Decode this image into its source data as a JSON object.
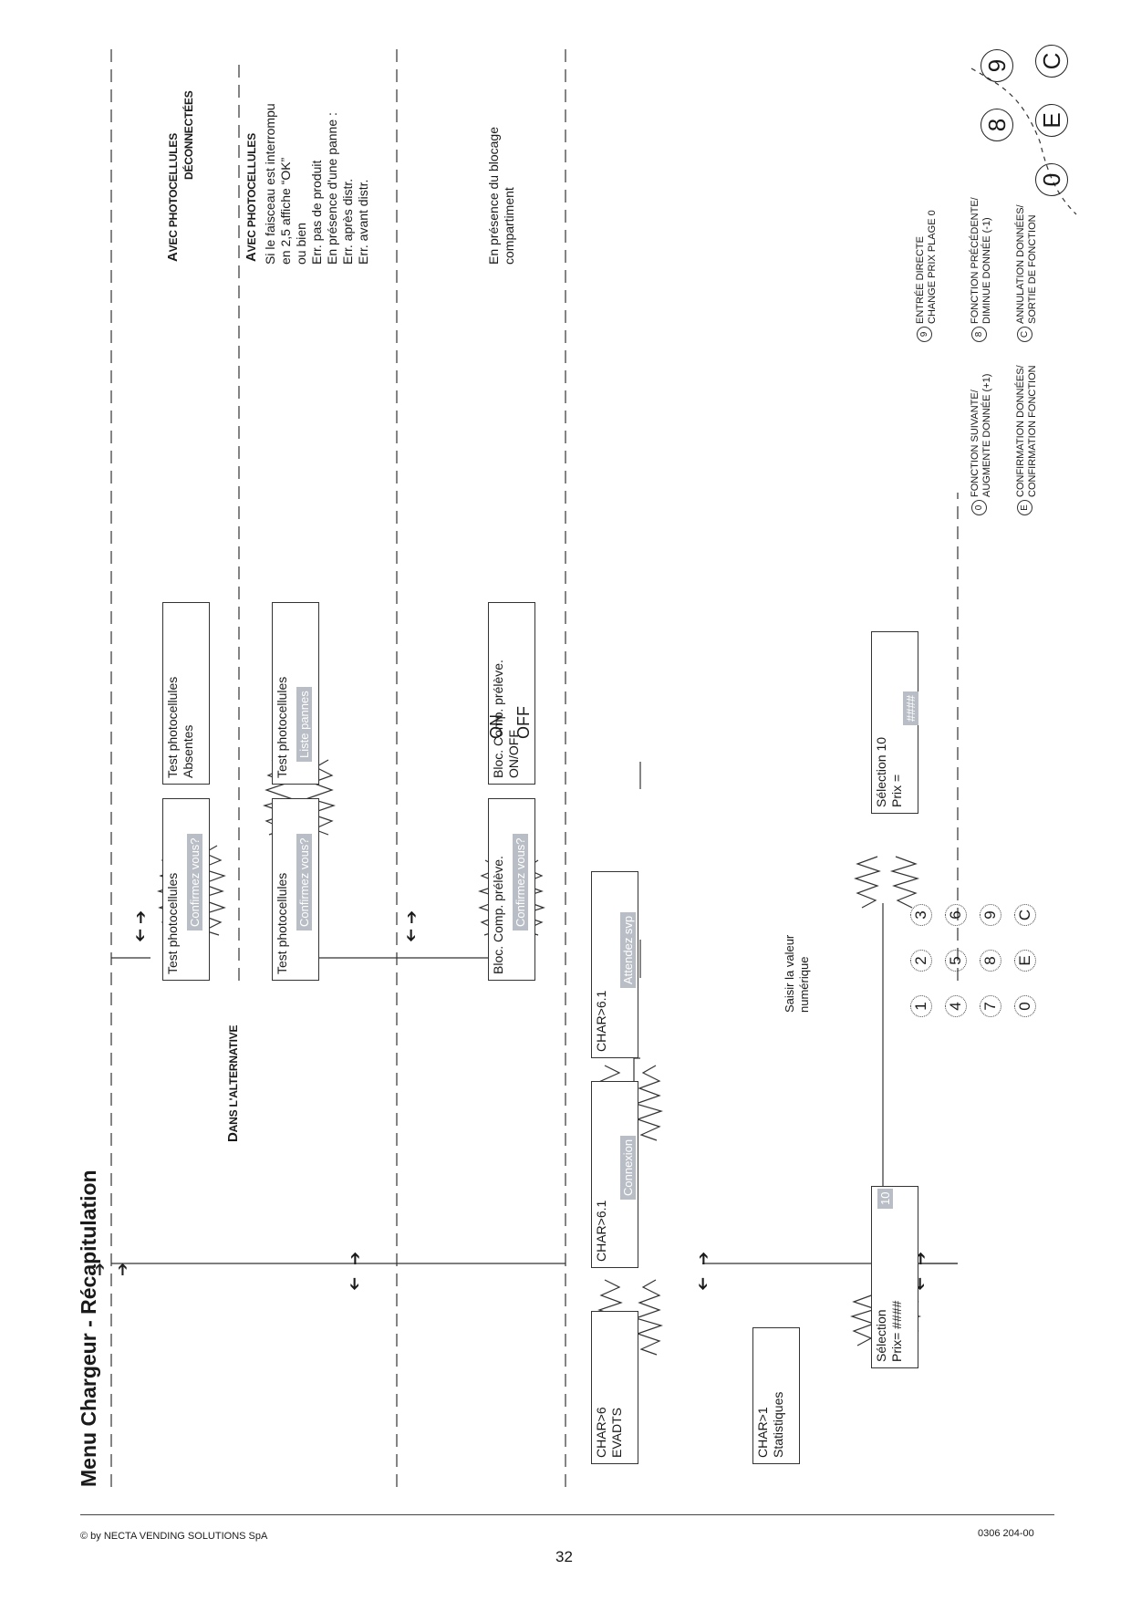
{
  "page": {
    "title": "Menu Chargeur - Récapitulation",
    "copyright": "© by NECTA VENDING SOLUTIONS SpA",
    "doc_code": "0306 204-00",
    "page_number": "32"
  },
  "sections": {
    "alternative_a": "D",
    "alternative_b": "ANS L'ALTERNATIVE",
    "photo_disc_a": "A",
    "photo_disc_b": "VEC PHOTOCELLULES",
    "photo_disc_c": "DÉCONNECTÉES",
    "photo_a": "A",
    "photo_b": "VEC PHOTOCELLULES"
  },
  "notes": {
    "photocell": [
      "Si le faisceau est interrompu",
      "en 2,5 affiche “OK”",
      "ou bien",
      "Err. pas de produit",
      "En présence d'une panne :",
      "Err. après distr.",
      "Err. avant distr."
    ],
    "blocage": [
      "En présence du blocage",
      "compartiment"
    ],
    "saisir": [
      "Saisir la valeur",
      "numérique"
    ]
  },
  "boxes": {
    "char6": [
      "CHAR>6",
      "EVADTS"
    ],
    "char1": [
      "CHAR>1",
      "Statistiques"
    ],
    "char61a": "CHAR>6.1",
    "char61b": "CHAR>6.1",
    "test1": "Test photocellules",
    "test1r": [
      "Test photocellules",
      "Absentes"
    ],
    "test2": "Test photocellules",
    "test2r": "Test photocellules",
    "bloc1": "Bloc. Comp. prélève.",
    "bloc2": [
      "Bloc. Comp. prélève.",
      "ON/OFF"
    ],
    "sel1": [
      "Sélection",
      "Prix= ####"
    ],
    "sel2": [
      "Sélection   10",
      "Prix ="
    ]
  },
  "bursts": {
    "confirmez": "Confirmez vous?",
    "liste": "Liste pannes",
    "connexion": "Connexion",
    "attendez": "Attendez svp",
    "ten": "10",
    "hash": "####"
  },
  "onoff": {
    "on": "ON",
    "off": "OFF"
  },
  "keypad": {
    "keys": [
      "1",
      "2",
      "3",
      "4",
      "5",
      "6",
      "7",
      "8",
      "9",
      "0",
      "E",
      "C"
    ],
    "big": [
      "8",
      "9",
      "0",
      "E",
      "C"
    ]
  },
  "legend": {
    "key9": "9",
    "key8": "8",
    "key0": "0",
    "keyE": "E",
    "keyC": "C",
    "entree": [
      "ENTRÉE DIRECTE",
      "CHANGE PRIX PLAGE 0"
    ],
    "precedente": [
      "FONCTION PRÉCÉDENTE/",
      "DIMINUE DONNÉE (-1)"
    ],
    "annulation": [
      "ANNULATION DONNÉES/",
      "SORTIE DE FONCTION"
    ],
    "suivante": [
      "FONCTION SUIVANTE/",
      "AUGMENTE DONNÉE (+1)"
    ],
    "confirmation": [
      "CONFIRMATION DONNÉES/",
      "CONFIRMATION FONCTION"
    ]
  },
  "colors": {
    "burst": "#b9bec6",
    "line": "#333333"
  }
}
